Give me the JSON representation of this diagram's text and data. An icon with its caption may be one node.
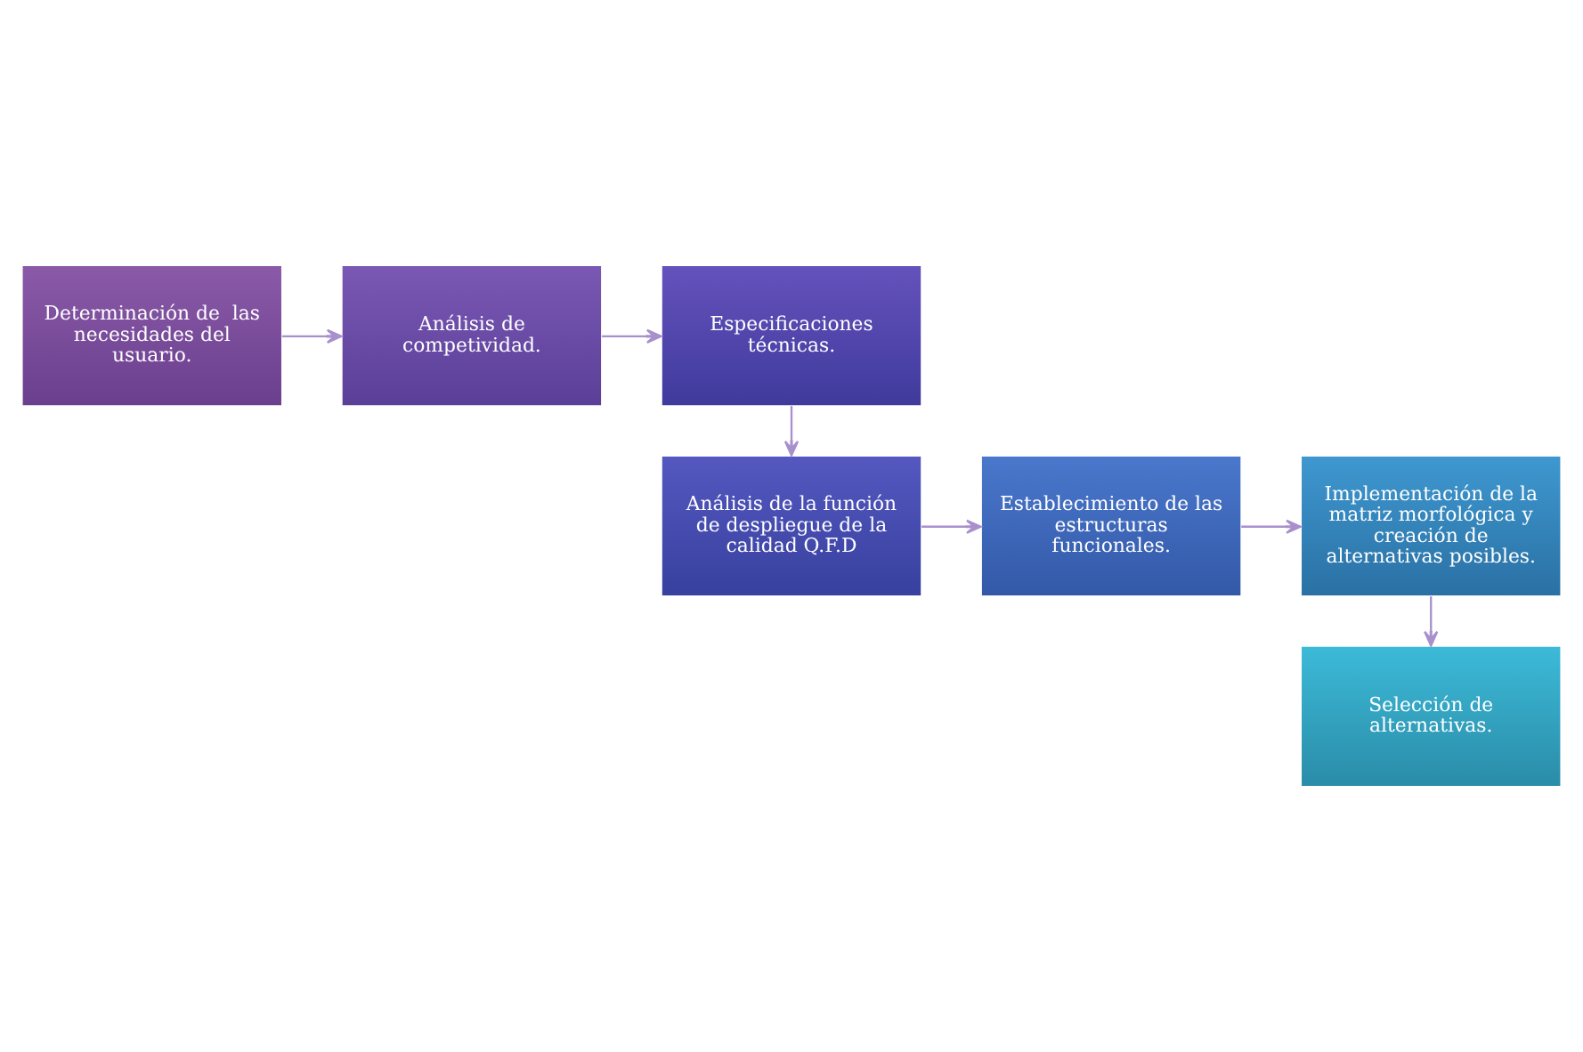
{
  "diagram": {
    "nodes": [
      {
        "text": [
          "Determinación de  las necesidades del usuario."
        ]
      },
      {
        "text": [
          "Análisis de competividad."
        ]
      },
      {
        "text": [
          "Especificaciones técnicas."
        ]
      },
      {
        "text": [
          "Análisis de la función de despliegue de la calidad Q.F.D"
        ]
      },
      {
        "text": [
          "Establecimiento de las estructuras funcionales."
        ]
      },
      {
        "text": [
          "Implementación de la matriz morfológica y creación de alternativas posibles."
        ]
      },
      {
        "text": [
          "Selección de alternativas."
        ]
      }
    ],
    "edges": [
      {
        "from": 0,
        "to": 1,
        "arrow": "to"
      },
      {
        "from": 1,
        "to": 2,
        "arrow": "to"
      },
      {
        "from": 2,
        "to": 3,
        "arrow": "to"
      },
      {
        "from": 3,
        "to": 4,
        "arrow": "to"
      },
      {
        "from": 4,
        "to": 5,
        "arrow": "to"
      },
      {
        "from": 5,
        "to": 6,
        "arrow": "to"
      }
    ]
  }
}
